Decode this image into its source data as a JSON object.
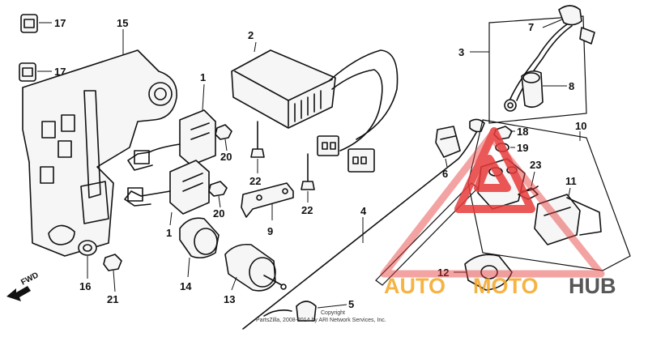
{
  "callouts": {
    "p1a": "1",
    "p1b": "1",
    "p2": "2",
    "p3": "3",
    "p4": "4",
    "p5": "5",
    "p6": "6",
    "p7": "7",
    "p8": "8",
    "p9": "9",
    "p10": "10",
    "p11": "11",
    "p12": "12",
    "p13": "13",
    "p14": "14",
    "p15": "15",
    "p16": "16",
    "p17a": "17",
    "p17b": "17",
    "p18": "18",
    "p19": "19",
    "p20a": "20",
    "p20b": "20",
    "p21": "21",
    "p22a": "22",
    "p22b": "22",
    "p23": "23"
  },
  "direction_label": "FWD",
  "copyright": "Copyright\nPartsZilla, 2008-2014 by ARI Network Services, Inc.",
  "watermark": {
    "part1": "AUTO",
    "part2": "MOTO",
    "part3": "HUB",
    "color_orange": "#f5a623",
    "color_red": "#e83b3b",
    "color_dark": "#3a3a3a"
  }
}
